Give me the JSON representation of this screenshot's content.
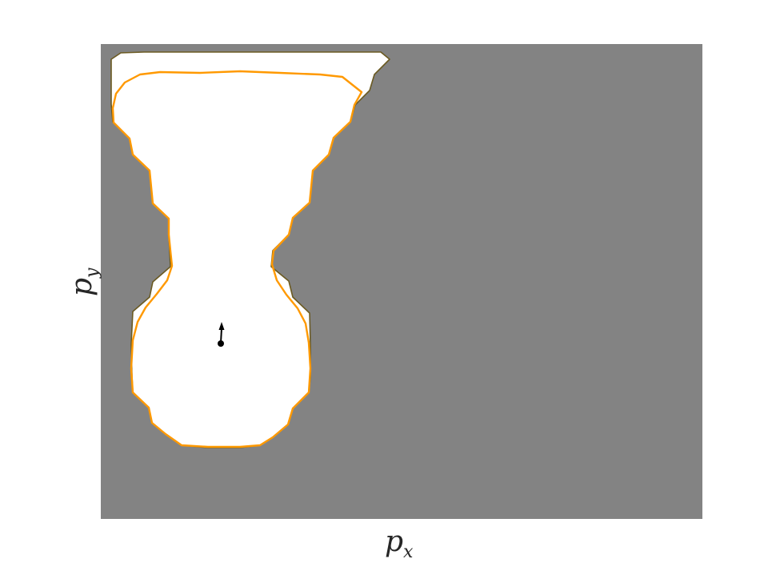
{
  "figure": {
    "xlabel_main": "p",
    "xlabel_sub": "x",
    "ylabel_main": "p",
    "ylabel_sub": "y"
  },
  "colors": {
    "occupied": "#838383",
    "free": "#ffffff",
    "boundary": "#6b5a22",
    "estimate_contour": "#ff9900",
    "agent": "#000000"
  },
  "legend": null
}
